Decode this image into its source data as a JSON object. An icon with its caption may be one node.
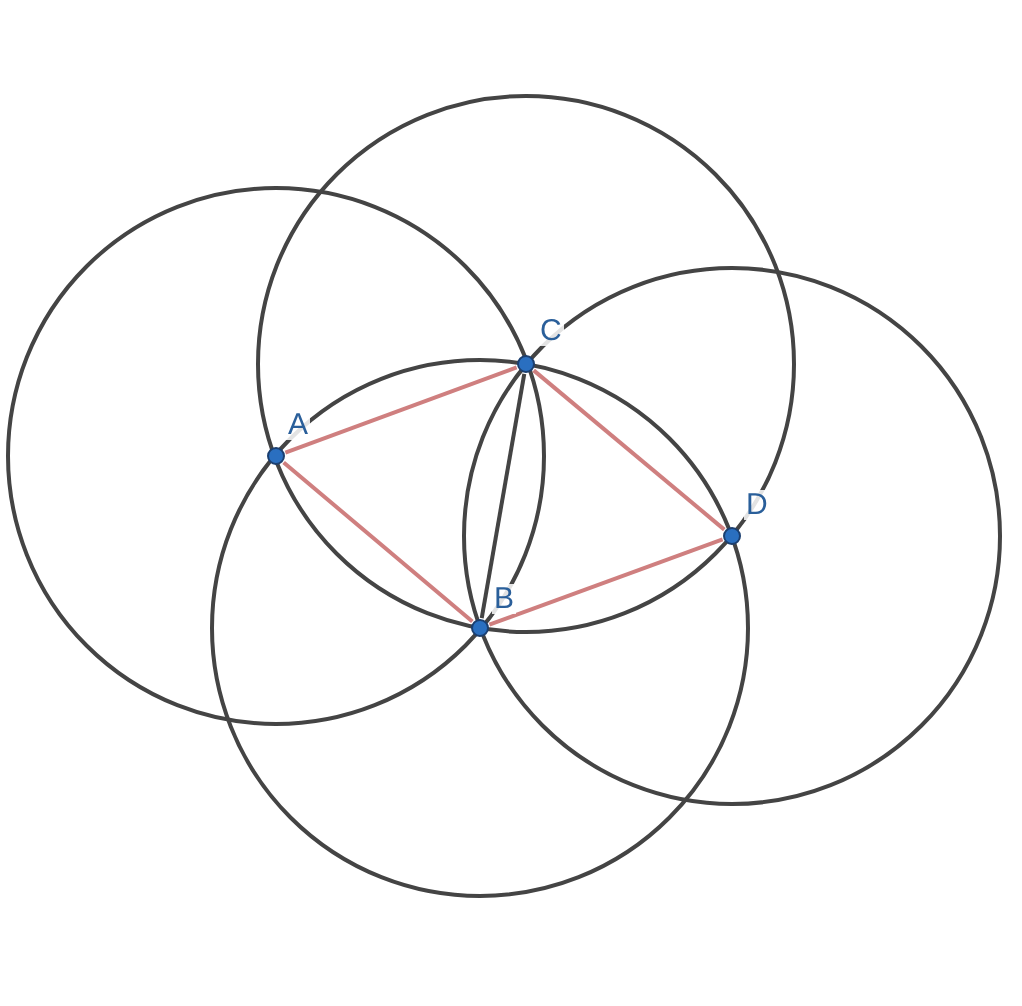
{
  "diagram": {
    "nodes": [
      {
        "text": [],
        "shape": "circle",
        "beside": [
          "A"
        ]
      },
      {
        "text": [],
        "shape": "circle",
        "beside": [
          "B"
        ]
      },
      {
        "text": [],
        "shape": "circle",
        "beside": [
          "C"
        ]
      },
      {
        "text": [],
        "shape": "circle",
        "beside": [
          "D"
        ]
      }
    ],
    "edges": [
      {
        "from": 0,
        "to": 2,
        "arrow": "none"
      },
      {
        "from": 0,
        "to": 1,
        "arrow": "none"
      },
      {
        "from": 2,
        "to": 3,
        "arrow": "none"
      },
      {
        "from": 1,
        "to": 3,
        "arrow": "none"
      },
      {
        "from": 2,
        "to": 1,
        "arrow": "none",
        "color": "#444444"
      }
    ]
  }
}
